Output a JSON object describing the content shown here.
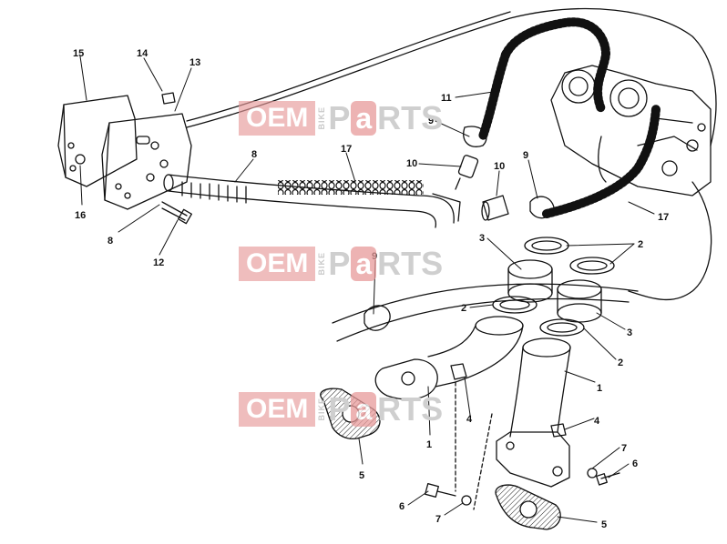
{
  "watermark": {
    "oem": "OEM",
    "bike": "BIKE",
    "p": "P",
    "a": "a",
    "rts": "RTS"
  },
  "labels": {
    "l15": "15",
    "l14": "14",
    "l13": "13",
    "l16": "16",
    "l8a": "8",
    "l8b": "8",
    "l12": "12",
    "l17a": "17",
    "l11": "11",
    "l9a": "9",
    "l10a": "10",
    "l10b": "10",
    "l9b": "9",
    "l17b": "17",
    "l3a": "3",
    "l2a": "2",
    "l9c": "9",
    "l2b": "2",
    "l3b": "3",
    "l2c": "2",
    "l1a": "1",
    "l4a": "4",
    "l4b": "4",
    "l1b": "1",
    "l5a": "5",
    "l7a": "7",
    "l6a": "6",
    "l6b": "6",
    "l7b": "7",
    "l5b": "5"
  },
  "colors": {
    "line": "#111111",
    "watermark_red": "#e79a9a",
    "watermark_grey": "#cfcfcf"
  }
}
